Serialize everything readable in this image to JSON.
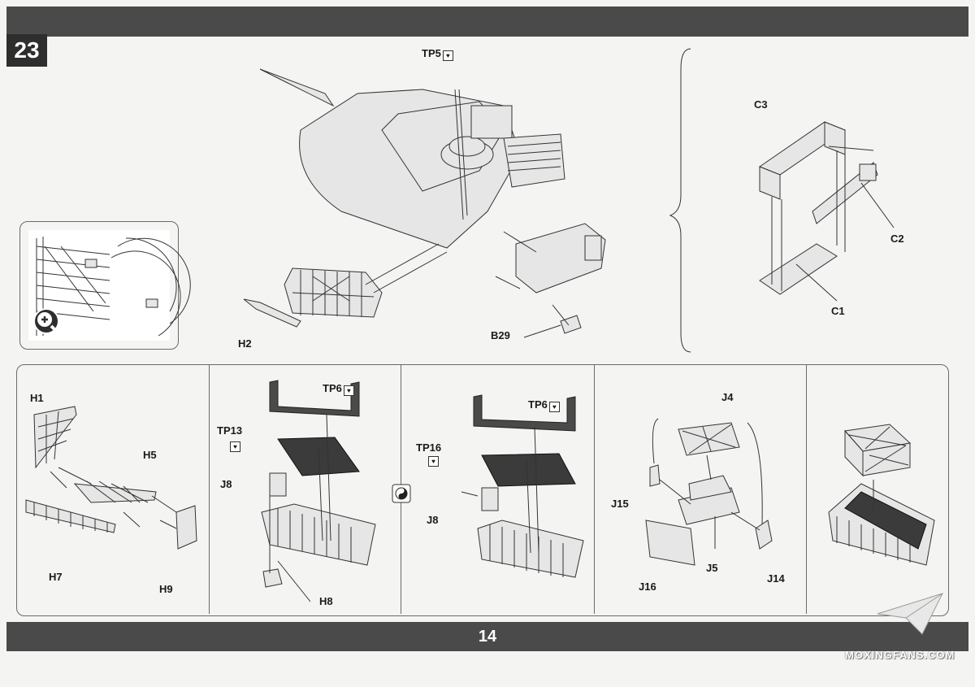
{
  "step": "23",
  "page_number": "14",
  "watermark": "MOXINGFANS.COM",
  "main_labels": {
    "tp5": "TP5",
    "h2": "H2",
    "b29": "B29"
  },
  "box_labels": {
    "c1": "C1",
    "c2": "C2",
    "c3": "C3"
  },
  "sub_panels": [
    {
      "labels": [
        "H1",
        "H5",
        "H7",
        "H9"
      ]
    },
    {
      "labels": [
        "TP6",
        "TP13",
        "J8",
        "H8"
      ]
    },
    {
      "labels": [
        "TP6",
        "TP16",
        "J8"
      ]
    },
    {
      "labels": [
        "J4",
        "J15",
        "J16",
        "J5",
        "J14"
      ]
    },
    {
      "labels": []
    }
  ],
  "icons": {
    "zoom": "magnify-plus-icon",
    "pe_part": "photo-etch-icon",
    "option": "yin-yang-icon"
  }
}
